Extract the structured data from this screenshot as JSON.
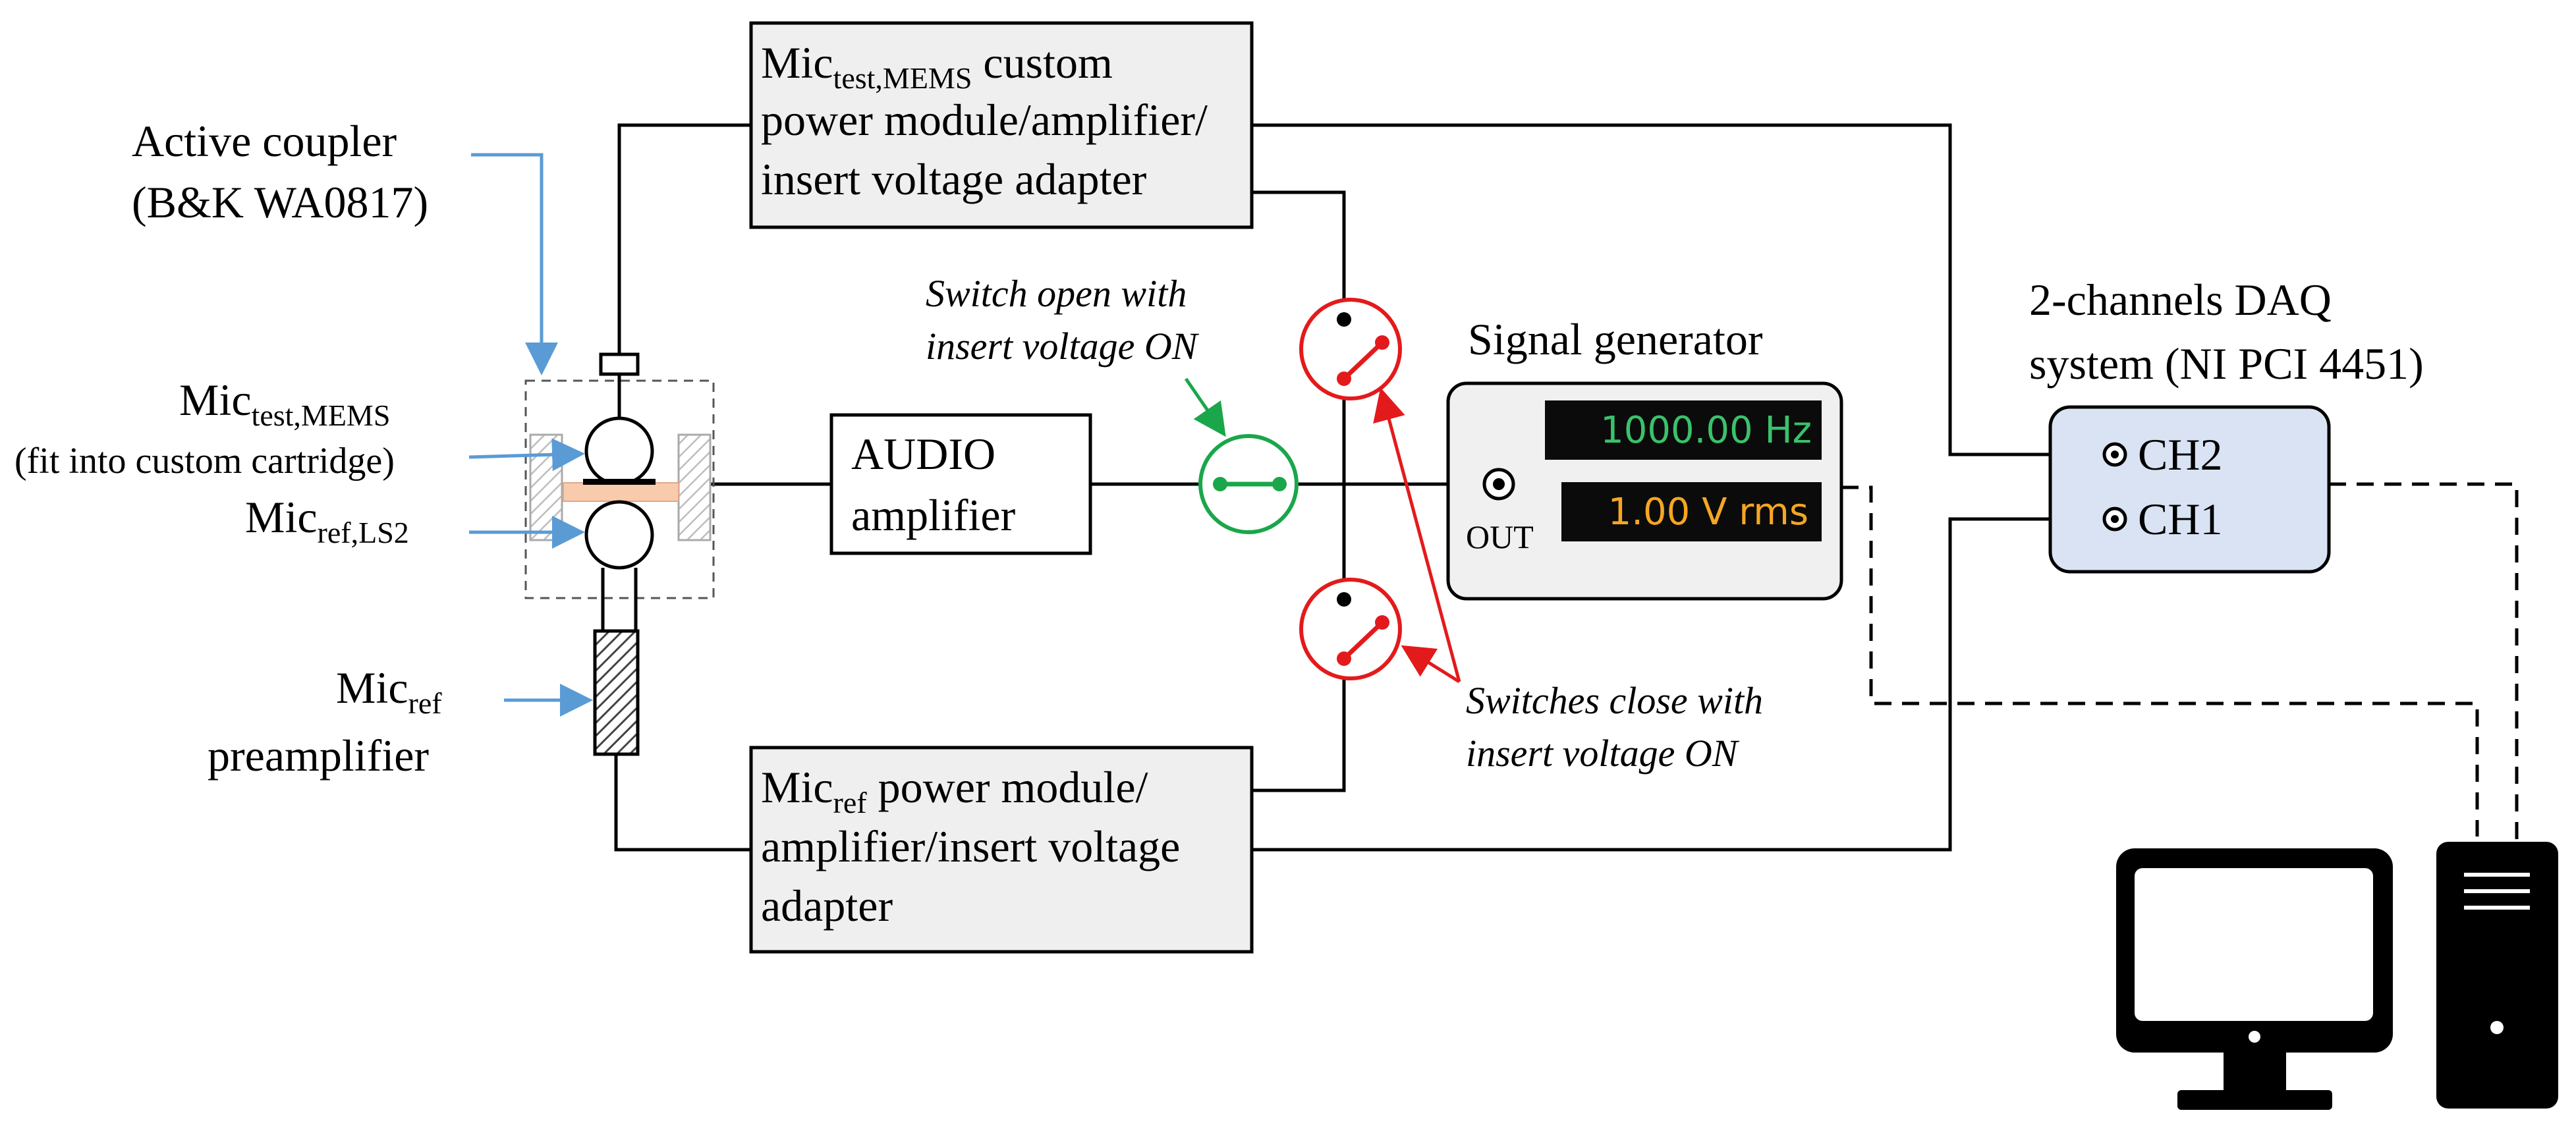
{
  "coupler": {
    "label_line1": "Active coupler",
    "label_line2": "(B&K WA0817)"
  },
  "mic_test": {
    "main": "Mic",
    "subscript": "test,MEMS",
    "note": "(fit into custom cartridge)"
  },
  "mic_ref_ls2": {
    "main": "Mic",
    "subscript": "ref,LS2"
  },
  "mic_ref_preamp": {
    "main": "Mic",
    "subscript": "ref",
    "line2": "preamplifier"
  },
  "test_module": {
    "main": "Mic",
    "subscript": "test,MEMS",
    "line1_rest": " custom",
    "line2": "power module/amplifier/",
    "line3": "insert voltage adapter"
  },
  "ref_module": {
    "main": "Mic",
    "subscript": "ref",
    "line1_rest": " power module/",
    "line2": "amplifier/insert voltage",
    "line3": "adapter"
  },
  "audio_amp": {
    "line1": "AUDIO",
    "line2": "amplifier"
  },
  "switch_open": {
    "line1": "Switch open with",
    "line2": "insert voltage ON"
  },
  "switches_close": {
    "line1": "Switches close with",
    "line2": "insert voltage ON"
  },
  "signal_generator": {
    "title": "Signal generator",
    "frequency": "1000.00 Hz",
    "amplitude": "1.00 V rms",
    "output_label": "OUT"
  },
  "daq": {
    "line1": "2-channels DAQ",
    "line2": "system (NI PCI 4451)",
    "ch2": "CH2",
    "ch1": "CH1"
  },
  "icons": [
    "monitor-icon",
    "computer-tower-icon",
    "switch-icon"
  ],
  "colors": {
    "pointer_blue": "#5b9bd5",
    "switch_red": "#e31a1c",
    "switch_green": "#1aa64a",
    "display_bg": "#0b0b0b",
    "display_green": "#3ac26b",
    "display_orange": "#f5a623",
    "daq_fill": "#dae3f3",
    "module_fill": "#efefef",
    "diaphragm": "#f8cbad"
  }
}
